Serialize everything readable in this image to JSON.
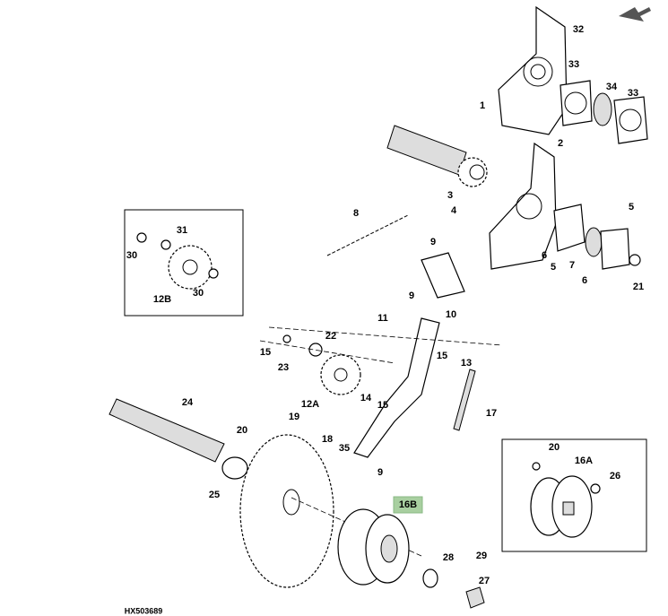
{
  "figure_id": "HX503689",
  "highlight_color": "#a8cfa0",
  "callouts": [
    "32",
    "33",
    "34",
    "33",
    "1",
    "2",
    "3",
    "8",
    "4",
    "5",
    "9",
    "6",
    "7",
    "6",
    "21",
    "5",
    "9",
    "10",
    "11",
    "22",
    "15",
    "23",
    "15",
    "13",
    "14",
    "15",
    "12A",
    "17",
    "24",
    "20",
    "19",
    "18",
    "35",
    "9",
    "25",
    "16B",
    "28",
    "29",
    "27",
    "20",
    "16A",
    "26",
    "31",
    "30",
    "12B",
    "30"
  ]
}
